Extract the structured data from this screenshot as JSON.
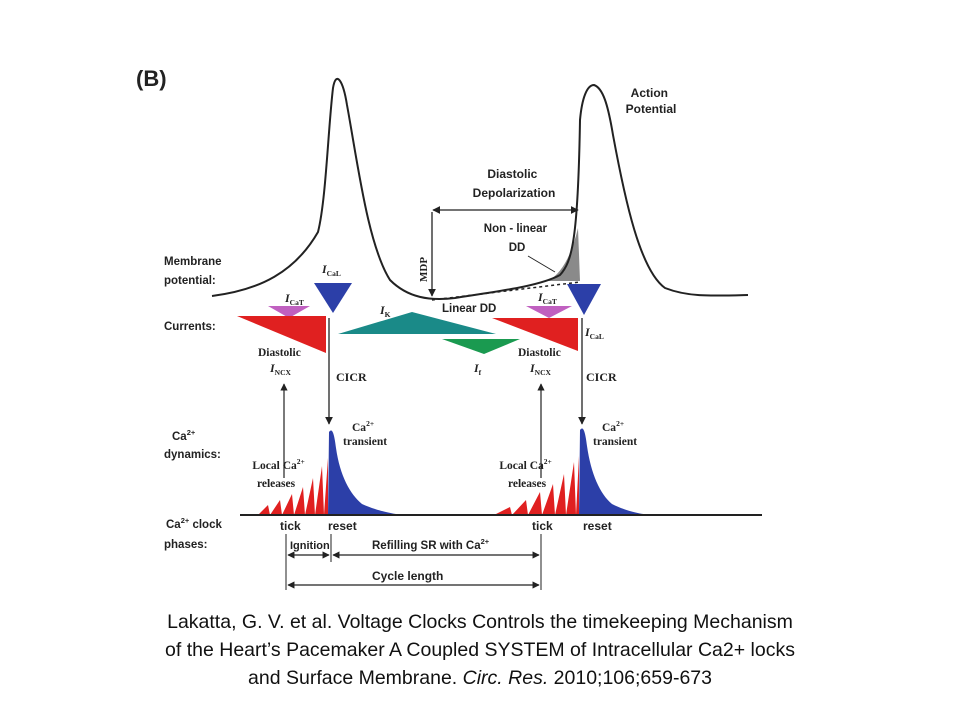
{
  "figure": {
    "panel_label": "(B)",
    "action_potential": [
      "Action",
      "Potential"
    ],
    "diastolic_depolarization": [
      "Diastolic",
      "Depolarization"
    ],
    "nonlinear_dd": [
      "Non - linear",
      "DD"
    ],
    "linear_dd": "Linear DD",
    "mdp": "MDP",
    "membrane_potential": [
      "Membrane",
      "potential:"
    ],
    "currents": "Currents:",
    "ca_dynamics": [
      "Ca",
      "2+",
      "dynamics:"
    ],
    "ca_clock_phases": [
      "Ca",
      "2+",
      " clock",
      "phases:"
    ],
    "i_cal": [
      "I",
      "CaL"
    ],
    "i_cat": [
      "I",
      "CaT"
    ],
    "i_k": [
      "I",
      "K"
    ],
    "i_f": [
      "I",
      "f"
    ],
    "i_ncx": [
      "I",
      "NCX"
    ],
    "diastolic": "Diastolic",
    "cicr": "CICR",
    "ca_transient": [
      "Ca",
      "2+",
      "transient"
    ],
    "local_ca_releases": [
      "Local Ca",
      "2+",
      "releases"
    ],
    "tick": "tick",
    "reset": "reset",
    "ignition": "Ignition",
    "refilling": [
      "Refilling SR with Ca",
      "2+"
    ],
    "cycle_length": "Cycle length"
  },
  "caption": {
    "line1": "Lakatta, G. V. et al. Voltage Clocks Controls the timekeeping Mechanism",
    "line2": "of the Heart’s Pacemaker A Coupled SYSTEM of Intracellular Ca2+ locks",
    "line3_pre": "and Surface Membrane. ",
    "journal1": "Circ.",
    "journal2": "Res.",
    "line3_post": " 2010;106;659-673"
  },
  "colors": {
    "red": "#e02020",
    "blue": "#2c3fa8",
    "violet": "#c060c0",
    "teal": "#1a8a88",
    "green": "#1a9a50",
    "gray": "#8a8a8a"
  }
}
